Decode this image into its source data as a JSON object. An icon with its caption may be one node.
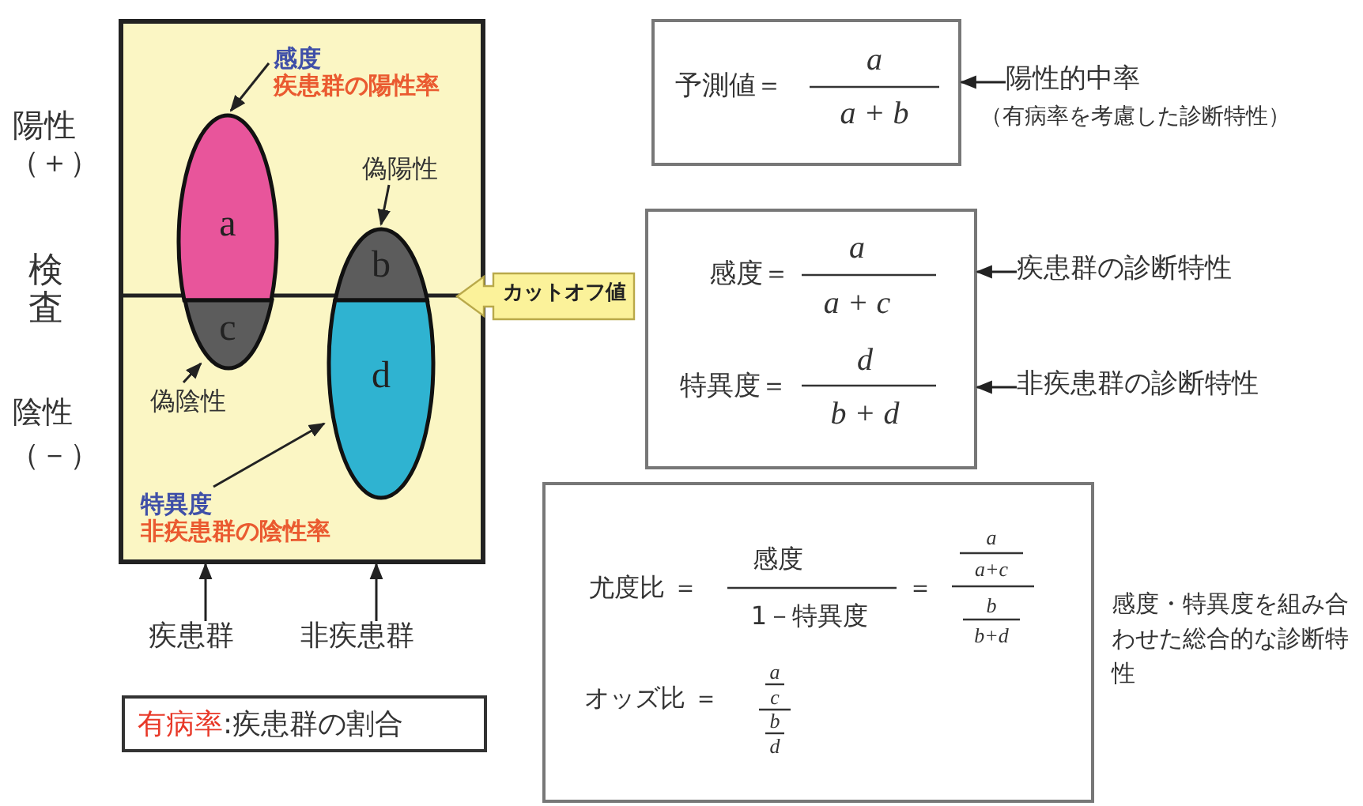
{
  "diagram": {
    "nodes": [
      {
        "text": [],
        "shape": "box"
      },
      {
        "text": [
          "感度",
          "疾患群の陽性率"
        ],
        "in": 0
      },
      {
        "text": [
          "偽陽性"
        ],
        "in": 0
      },
      {
        "text": [
          "a"
        ],
        "in": 0
      },
      {
        "text": [
          "b"
        ],
        "in": 0
      },
      {
        "text": [
          "c"
        ],
        "in": 0
      },
      {
        "text": [
          "カットオフ値"
        ]
      },
      {
        "text": [
          "d"
        ],
        "in": 0
      },
      {
        "text": [
          "偽陰性"
        ],
        "in": 0
      },
      {
        "text": [
          "特異度",
          "非疾患群の陰性率"
        ],
        "in": 0
      },
      {
        "text": [
          "疾患群"
        ]
      },
      {
        "text": [
          "非疾患群"
        ]
      },
      {
        "text": [
          "有病率",
          ":疾患群の割合"
        ]
      },
      {
        "text": [
          "予測値＝",
          "a",
          "a + b"
        ]
      },
      {
        "text": [
          "陽性的中率"
        ],
        "beside": [
          "（有病率を考慮した診断特性）"
        ]
      },
      {
        "text": [
          "感度＝",
          "a",
          "a + c",
          "特異度＝",
          "d",
          "b + d"
        ]
      },
      {
        "text": [
          "疾患群の診断特性"
        ]
      },
      {
        "text": [
          "非疾患群の診断特性"
        ]
      },
      {
        "text": [
          "尤度比 ＝",
          "感度",
          "1－特異度",
          "＝",
          "a",
          "a+c",
          "b",
          "b+d",
          "オッズ比 ＝",
          "a",
          "c",
          "b",
          "d"
        ],
        "beside": [
          "感度・特異度を組み合わせた総合的な診断特性"
        ]
      }
    ],
    "edges": [
      {
        "from": 1,
        "to": 3,
        "arrow": "to"
      },
      {
        "from": 2,
        "to": 4,
        "arrow": "to"
      },
      {
        "from": 8,
        "to": 5,
        "arrow": "to"
      },
      {
        "from": 9,
        "to": 7,
        "arrow": "to"
      },
      {
        "from": 10,
        "to": 0,
        "arrow": "to"
      },
      {
        "from": 11,
        "to": 0,
        "arrow": "to"
      },
      {
        "from": 14,
        "to": 13,
        "arrow": "to"
      },
      {
        "from": 16,
        "to": 15,
        "arrow": "to"
      },
      {
        "from": 17,
        "to": 15,
        "arrow": "to"
      }
    ],
    "labels": [
      "陽性",
      "（＋）",
      "検査",
      "陰性",
      "（－）"
    ]
  }
}
